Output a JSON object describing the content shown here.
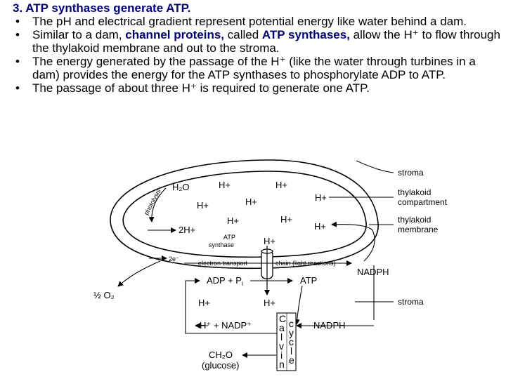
{
  "slide": {
    "title": "3. ATP synthases generate ATP.",
    "bullets": [
      {
        "prefix": "The pH and electrical gradient represent potential energy like water behind a dam.",
        "hl1": "",
        "mid": "",
        "hl2": "",
        "suffix": ""
      },
      {
        "prefix": "Similar to a dam, ",
        "hl1": "channel proteins,",
        "mid": " called ",
        "hl2": "ATP synthases,",
        "suffix": " allow the H⁺ to flow through the thylakoid membrane and out to the stroma."
      },
      {
        "prefix": "The energy generated by the passage of the H⁺ (like the water through turbines in a dam) provides the energy for the ATP synthases to phosphorylate ADP to ATP.",
        "hl1": "",
        "mid": "",
        "hl2": "",
        "suffix": ""
      },
      {
        "prefix": "The passage of about three H⁺ is required to generate one ATP.",
        "hl1": "",
        "mid": "",
        "hl2": "",
        "suffix": ""
      }
    ],
    "highlight_color": "#00007f"
  },
  "diagram": {
    "labels": {
      "stroma_top": "stroma",
      "thylakoid_compartment_1": "thylakoid",
      "thylakoid_compartment_2": "compartment",
      "thylakoid_membrane_1": "thylakoid",
      "thylakoid_membrane_2": "membrane",
      "stroma_bottom": "stroma",
      "photolysis": "photolysis",
      "h2o": "H₂O",
      "two_h_plus": "2H+",
      "two_e": "2e⁻",
      "electron_transport": "electron transport",
      "chain": "chain (light reactions)",
      "atp_synthase_1": "ATP",
      "atp_synthase_2": "synthase",
      "half_o2": "½ O₂",
      "adp_pi": "ADP + P",
      "adp_pi_sub": "i",
      "atp": "ATP",
      "nadph_right": "NADPH",
      "nadph_bottom": "NADPH",
      "h_plus_nadp": "H⁺ + NADP⁺",
      "ch2o": "CH₂O",
      "glucose": "(glucose)",
      "calvin": [
        "C",
        "a",
        "l",
        "v",
        "i",
        "n"
      ],
      "cycle": [
        "c",
        "y",
        "c",
        "l",
        "e"
      ],
      "h_plus": "H+"
    }
  }
}
